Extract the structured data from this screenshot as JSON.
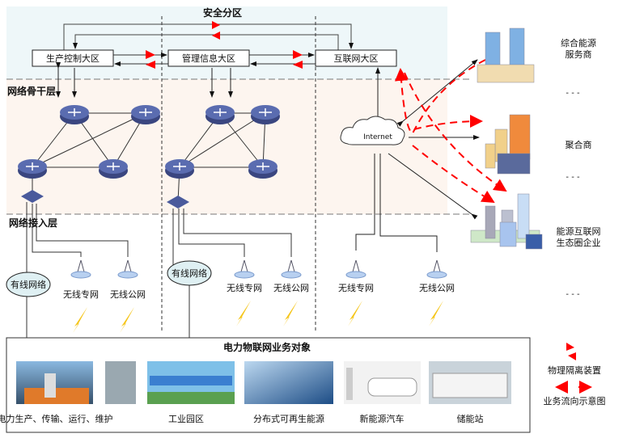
{
  "zone_title": "安全分区",
  "zones": [
    "生产控制大区",
    "管理信息大区",
    "互联网大区"
  ],
  "layers": {
    "backbone": "网络骨干层",
    "access": "网络接入层"
  },
  "internet": "Internet",
  "access": {
    "wired": "有线网络",
    "private": "无线专网",
    "public": "无线公网"
  },
  "partners": [
    "综合能源\n服务商",
    "聚合商",
    "能源互联网\n生态圈企业"
  ],
  "partner_lines": [
    [
      "综合能源",
      "服务商"
    ],
    [
      "聚合商"
    ],
    [
      "能源互联网",
      "生态圈企业"
    ]
  ],
  "ellipsis": "- - -",
  "business": {
    "title": "电力物联网业务对象",
    "items": [
      "电力生产、传输、运行、维护",
      "工业园区",
      "分布式可再生能源",
      "新能源汽车",
      "储能站"
    ]
  },
  "legend": {
    "isolation": "物理隔离装置",
    "flow": "业务流向示意图"
  },
  "colors": {
    "security_bg": "#eef7f9",
    "backbone_bg": "#fdf5ef",
    "isolation": "#ff0000",
    "router": "#4a5a9c",
    "wired_ellipse": "#dff0f3"
  }
}
